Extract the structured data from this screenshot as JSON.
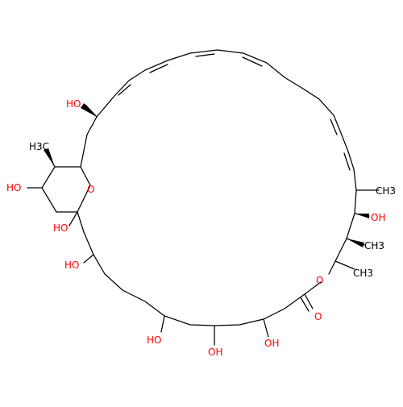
{
  "colors": {
    "bond": "#000000",
    "oxygen": "#ff0000",
    "carbon_label": "#000000",
    "background": "#ffffff"
  },
  "labels": {
    "ho_top": "HO",
    "h3c": "H3C",
    "ho_ring": "HO",
    "ring_o": "O",
    "ho_anomeric": "HO",
    "ho_left": "HO",
    "ho_b1": "HO",
    "ho_b2": "OH",
    "ho_b3": "OH",
    "ester_o": "O",
    "carbonyl_o": "O",
    "oh_right": "OH",
    "ch3_right1": "CH3",
    "ch3_right2": "CH3",
    "ch3_right3": "CH3"
  }
}
